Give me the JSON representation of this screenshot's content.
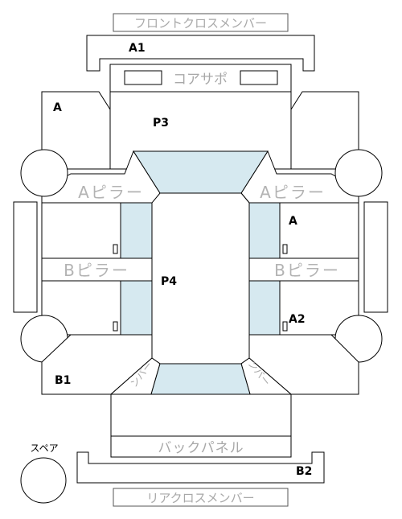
{
  "labels": {
    "front_cross_member": "フロントクロスメンバー",
    "core_support": "コアサポ",
    "a_pillar": "Aピラー",
    "b_pillar": "Bピラー",
    "back_panel": "バックパネル",
    "rear_cross_member": "リアクロスメンバー",
    "spare": "スペア",
    "sub_label": "ンバー"
  },
  "markers": {
    "a1": "A1",
    "a_left": "A",
    "a_right": "A",
    "a2": "A2",
    "b1": "B1",
    "b2": "B2",
    "p3": "P3",
    "p4": "P4"
  },
  "colors": {
    "glass": "#d6e9f0",
    "line": "#000000",
    "label_gray": "#a8a8a8"
  }
}
